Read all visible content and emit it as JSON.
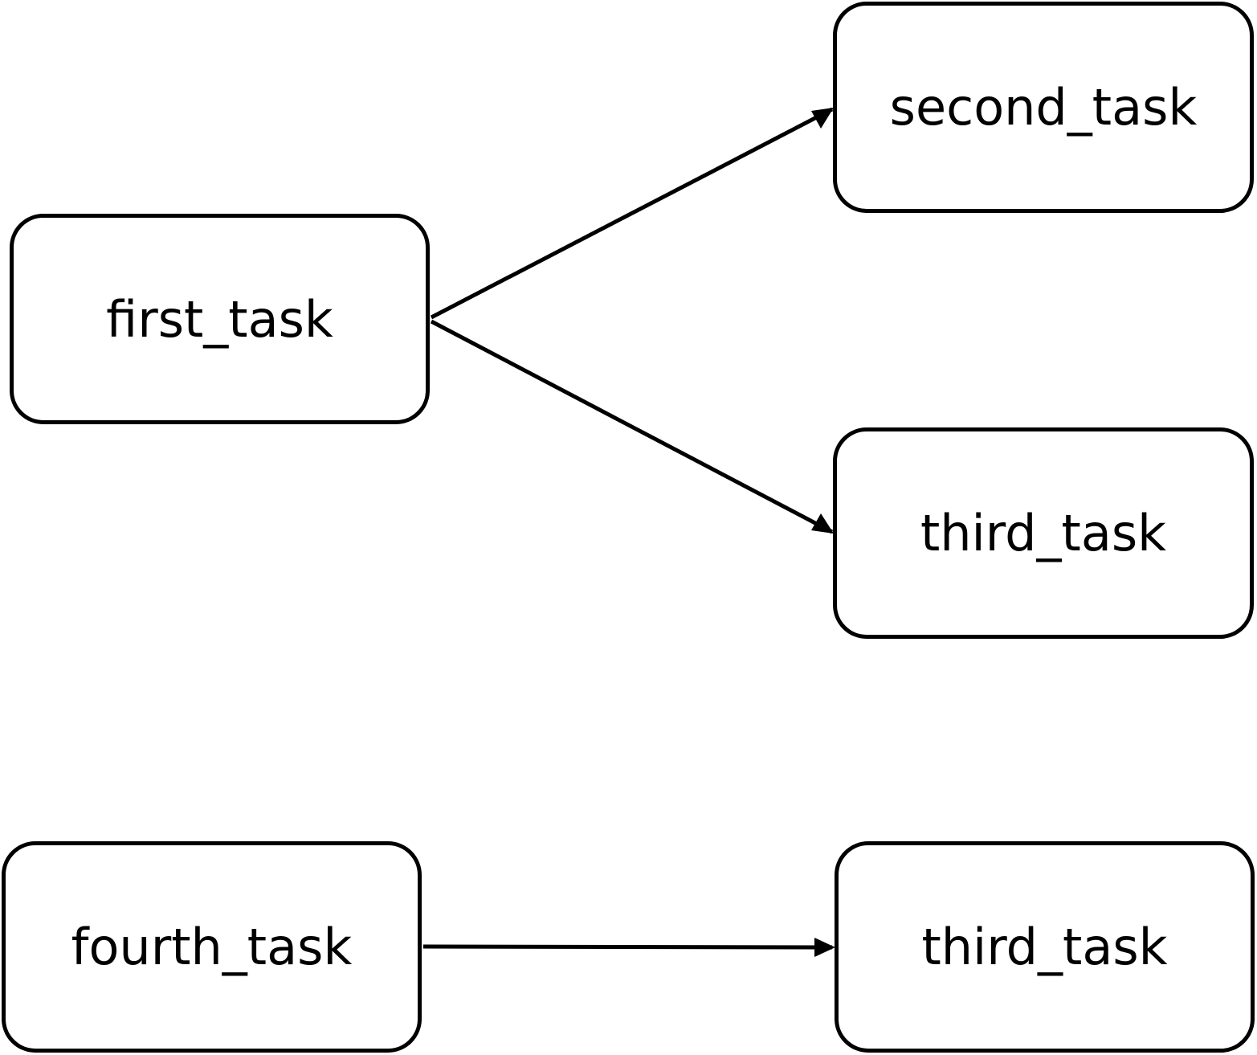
{
  "diagram": {
    "nodes": {
      "first_task": "first_task",
      "second_task": "second_task",
      "third_task_upper": "third_task",
      "fourth_task": "fourth_task",
      "third_task_lower": "third_task"
    },
    "edges": [
      {
        "from": "first_task",
        "to": "second_task"
      },
      {
        "from": "first_task",
        "to": "third_task"
      },
      {
        "from": "fourth_task",
        "to": "third_task"
      }
    ],
    "colors": {
      "stroke": "#000000",
      "background": "#ffffff"
    }
  }
}
